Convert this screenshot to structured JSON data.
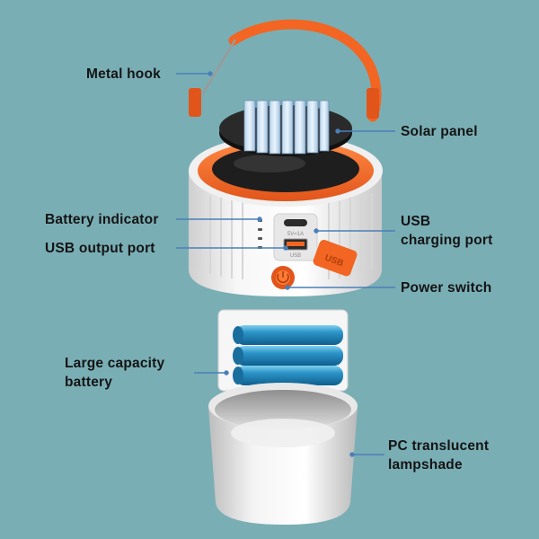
{
  "colors": {
    "background": "#7aaeb5",
    "accent": "#f26522",
    "body": "#f2f2f2",
    "leader": "#4a7fb8",
    "battery": "#2d95c9"
  },
  "labels": {
    "metal_hook": "Metal hook",
    "solar_panel": "Solar panel",
    "battery_indicator": "Battery indicator",
    "usb_charging_line1": "USB",
    "usb_charging_line2": "charging port",
    "usb_output": "USB output port",
    "power_switch": "Power switch",
    "battery_line1": "Large capacity",
    "battery_line2": "battery",
    "lampshade_line1": "PC translucent",
    "lampshade_line2": "lampshade"
  },
  "port_text": {
    "typec": "5V=1A",
    "usb": "USB",
    "cap": "USB"
  }
}
